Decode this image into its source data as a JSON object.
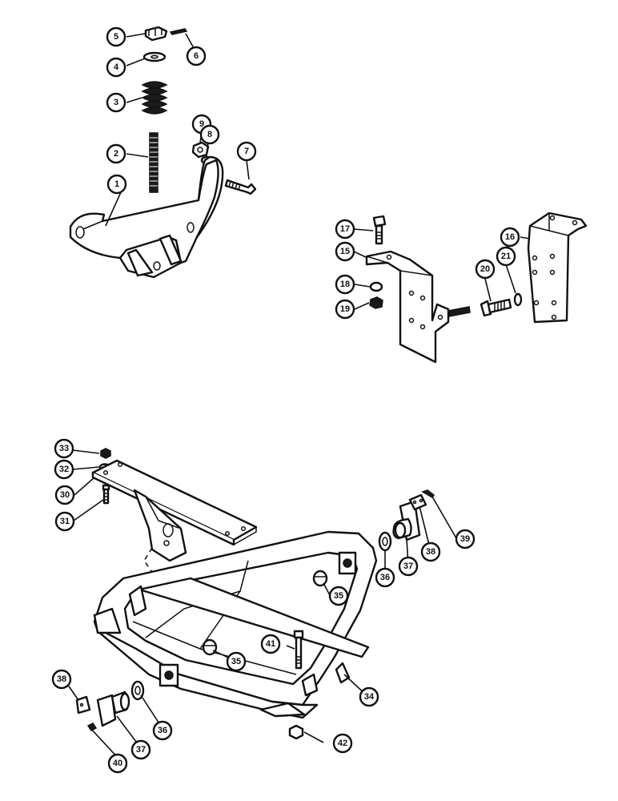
{
  "callouts": [
    {
      "id": "c5",
      "label": "5"
    },
    {
      "id": "c6",
      "label": "6"
    },
    {
      "id": "c4",
      "label": "4"
    },
    {
      "id": "c3",
      "label": "3"
    },
    {
      "id": "c2",
      "label": "2"
    },
    {
      "id": "c9",
      "label": "9"
    },
    {
      "id": "c8",
      "label": "8"
    },
    {
      "id": "c7",
      "label": "7"
    },
    {
      "id": "c1",
      "label": "1"
    },
    {
      "id": "c17",
      "label": "17"
    },
    {
      "id": "c15",
      "label": "15"
    },
    {
      "id": "c16",
      "label": "16"
    },
    {
      "id": "c18",
      "label": "18"
    },
    {
      "id": "c19",
      "label": "19"
    },
    {
      "id": "c20",
      "label": "20"
    },
    {
      "id": "c21",
      "label": "21"
    },
    {
      "id": "c33",
      "label": "33"
    },
    {
      "id": "c32",
      "label": "32"
    },
    {
      "id": "c30",
      "label": "30"
    },
    {
      "id": "c31",
      "label": "31"
    },
    {
      "id": "c39",
      "label": "39"
    },
    {
      "id": "c38a",
      "label": "38"
    },
    {
      "id": "c37a",
      "label": "37"
    },
    {
      "id": "c36a",
      "label": "36"
    },
    {
      "id": "c35a",
      "label": "35"
    },
    {
      "id": "c35b",
      "label": "35"
    },
    {
      "id": "c41",
      "label": "41"
    },
    {
      "id": "c34",
      "label": "34"
    },
    {
      "id": "c38b",
      "label": "38"
    },
    {
      "id": "c36b",
      "label": "36"
    },
    {
      "id": "c37b",
      "label": "37"
    },
    {
      "id": "c40",
      "label": "40"
    },
    {
      "id": "c42",
      "label": "42"
    }
  ]
}
